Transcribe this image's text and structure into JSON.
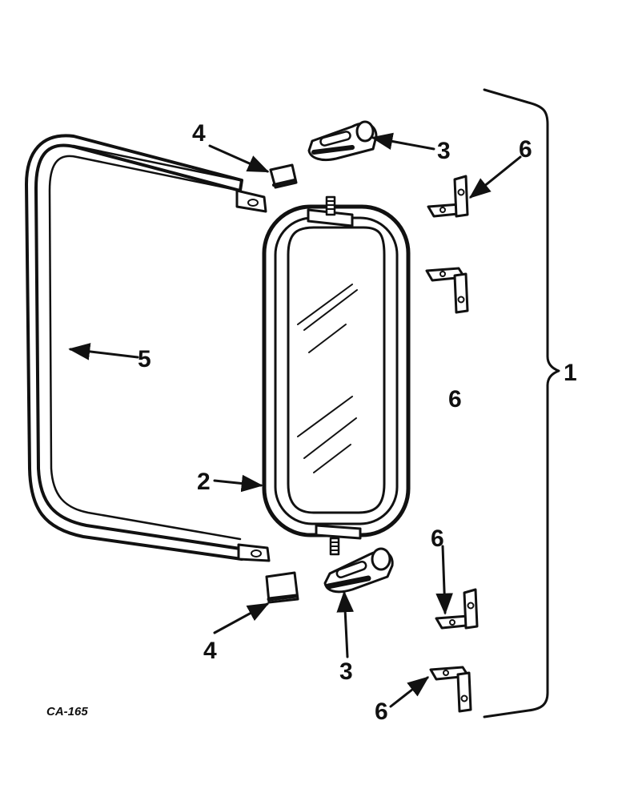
{
  "diagram_code": "CA-165",
  "callouts": {
    "assembly": "1",
    "mirror_head": "2",
    "bracket_top": "3",
    "bracket_bottom": "3",
    "shim_top": "4",
    "shim_bottom": "4",
    "arm": "5",
    "clip_a": "6",
    "clip_center": "6",
    "clip_b": "6",
    "clip_c": "6"
  }
}
